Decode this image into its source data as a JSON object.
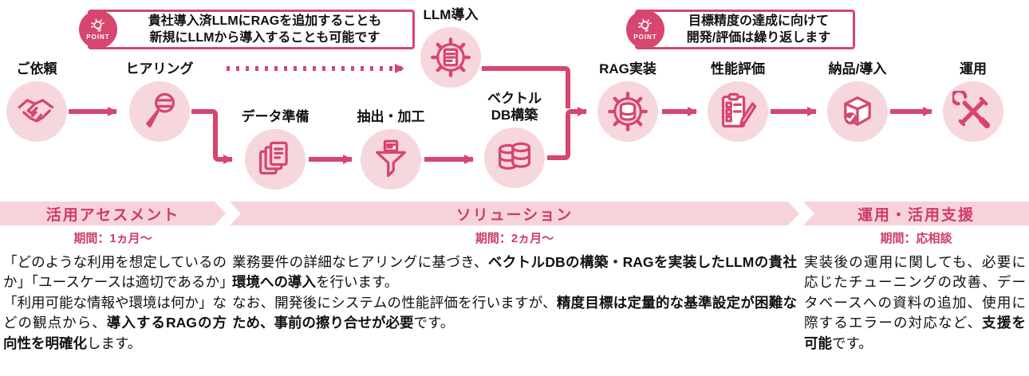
{
  "colors": {
    "pink": "#d6466e",
    "light_pink": "#f7d7de",
    "band_pink": "#f6d3da",
    "band_text": "#cf3c64"
  },
  "flow": {
    "steps": {
      "request": {
        "label": "ご依頼"
      },
      "hearing": {
        "label": "ヒアリング"
      },
      "data_prep": {
        "label": "データ準備"
      },
      "extraction": {
        "label": "抽出・加工"
      },
      "vector_db": {
        "label": "ベクトル\nDB構築"
      },
      "llm": {
        "label": "LLM導入"
      },
      "rag": {
        "label": "RAG実装"
      },
      "evaluation": {
        "label": "性能評価"
      },
      "delivery": {
        "label": "納品/導入"
      },
      "operation": {
        "label": "運用"
      }
    },
    "points": {
      "first": {
        "badge": "POINT",
        "line1": "貴社導入済LLMにRAGを追加することも",
        "line2": "新規にLLMから導入することも可能です"
      },
      "second": {
        "badge": "POINT",
        "line1": "目標精度の達成に向けて",
        "line2": "開発/評価は繰り返します"
      }
    }
  },
  "phases": {
    "assessment": {
      "title": "活用アセスメント",
      "period": "期間：1ヵ月～"
    },
    "solution": {
      "title": "ソリューション",
      "period": "期間：2ヵ月～"
    },
    "support": {
      "title": "運用・活用支援",
      "period": "期間：応相談"
    }
  },
  "descriptions": {
    "assessment": [
      {
        "t": "「どのような利用を想定しているのか」「ユースケースは適切であるか」「利用可能な情報や環境は何か」などの観点から、",
        "b": false
      },
      {
        "t": "導入するRAGの方向性を明確化",
        "b": true
      },
      {
        "t": "します。",
        "b": false
      }
    ],
    "solution": [
      {
        "t": "業務要件の詳細なヒアリングに基づき、",
        "b": false
      },
      {
        "t": "ベクトルDBの構築・RAGを実装したLLMの貴社環境への導入",
        "b": true
      },
      {
        "t": "を行います。\nなお、開発後にシステムの性能評価を行いますが、",
        "b": false
      },
      {
        "t": "精度目標は定量的な基準設定が困難なため、事前の擦り合せが必要",
        "b": true
      },
      {
        "t": "です。",
        "b": false
      }
    ],
    "support": [
      {
        "t": "実装後の運用に関しても、必要に応じたチューニングの改善、データベースへの資料の追加、使用に際するエラーの対応など、",
        "b": false
      },
      {
        "t": "支援を可能",
        "b": true
      },
      {
        "t": "です。",
        "b": false
      }
    ]
  }
}
